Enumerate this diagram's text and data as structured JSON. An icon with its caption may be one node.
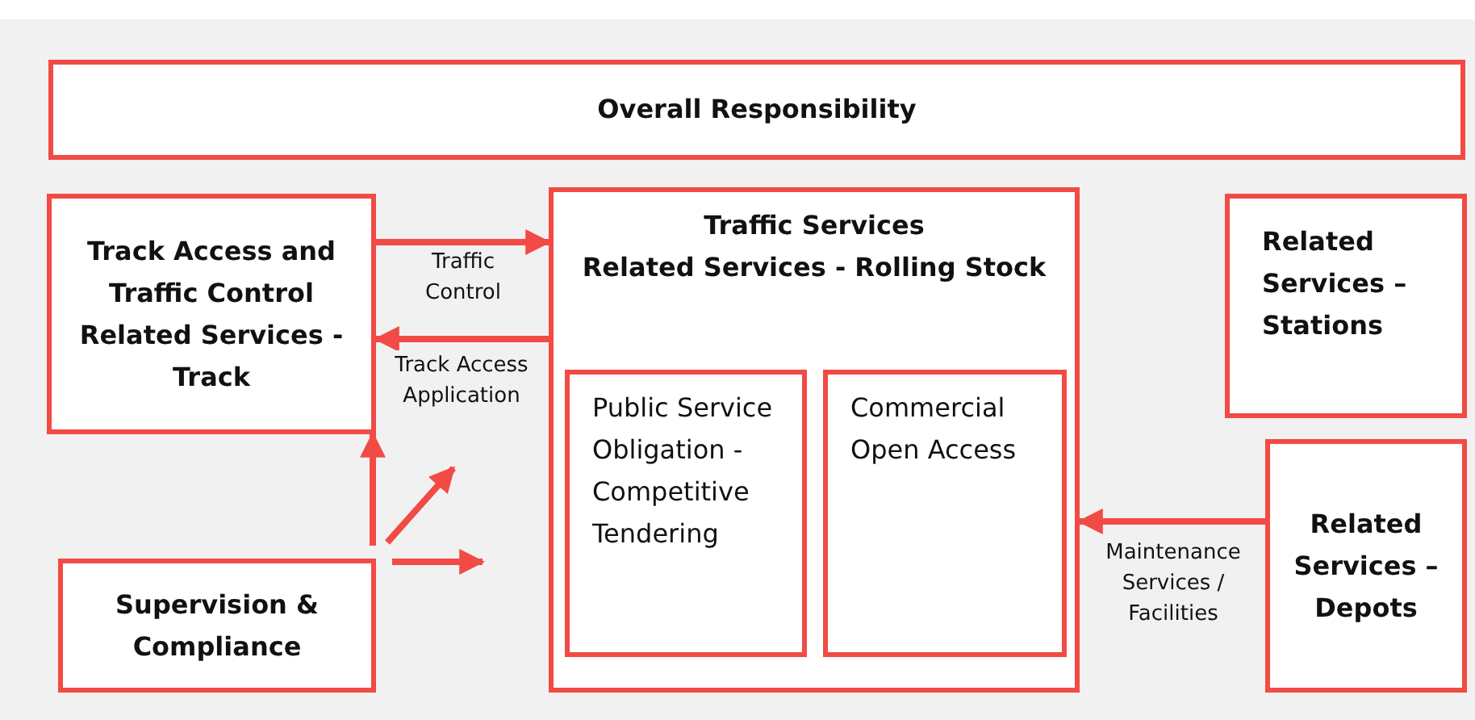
{
  "diagram": {
    "nodes": [
      {
        "text": [
          "Overall Responsibility"
        ]
      },
      {
        "text": [
          "Track Access and Traffic Control Related Services - Track"
        ]
      },
      {
        "text": [
          "Traffic Services",
          "Related Services - Rolling Stock"
        ]
      },
      {
        "text": [
          "Public Service Obligation - Competitive Tendering"
        ],
        "in": 2
      },
      {
        "text": [
          "Commercial Open Access"
        ],
        "in": 2
      },
      {
        "text": [
          "Related Services – Stations"
        ]
      },
      {
        "text": [
          "Related Services – Depots"
        ]
      },
      {
        "text": [
          "Supervision & Compliance"
        ]
      }
    ],
    "edges": [
      {
        "from": 1,
        "to": 2,
        "arrow": "to",
        "label": "Traffic Control"
      },
      {
        "from": 2,
        "to": 1,
        "arrow": "to",
        "label": "Track Access Application"
      },
      {
        "from": 6,
        "to": 2,
        "arrow": "to",
        "label": "Maintenance Services / Facilities"
      },
      {
        "from": 7,
        "to": 1,
        "arrow": "to"
      },
      {
        "from": 7,
        "to": null,
        "arrow": "to"
      },
      {
        "from": 7,
        "to": null,
        "arrow": "to"
      }
    ]
  }
}
